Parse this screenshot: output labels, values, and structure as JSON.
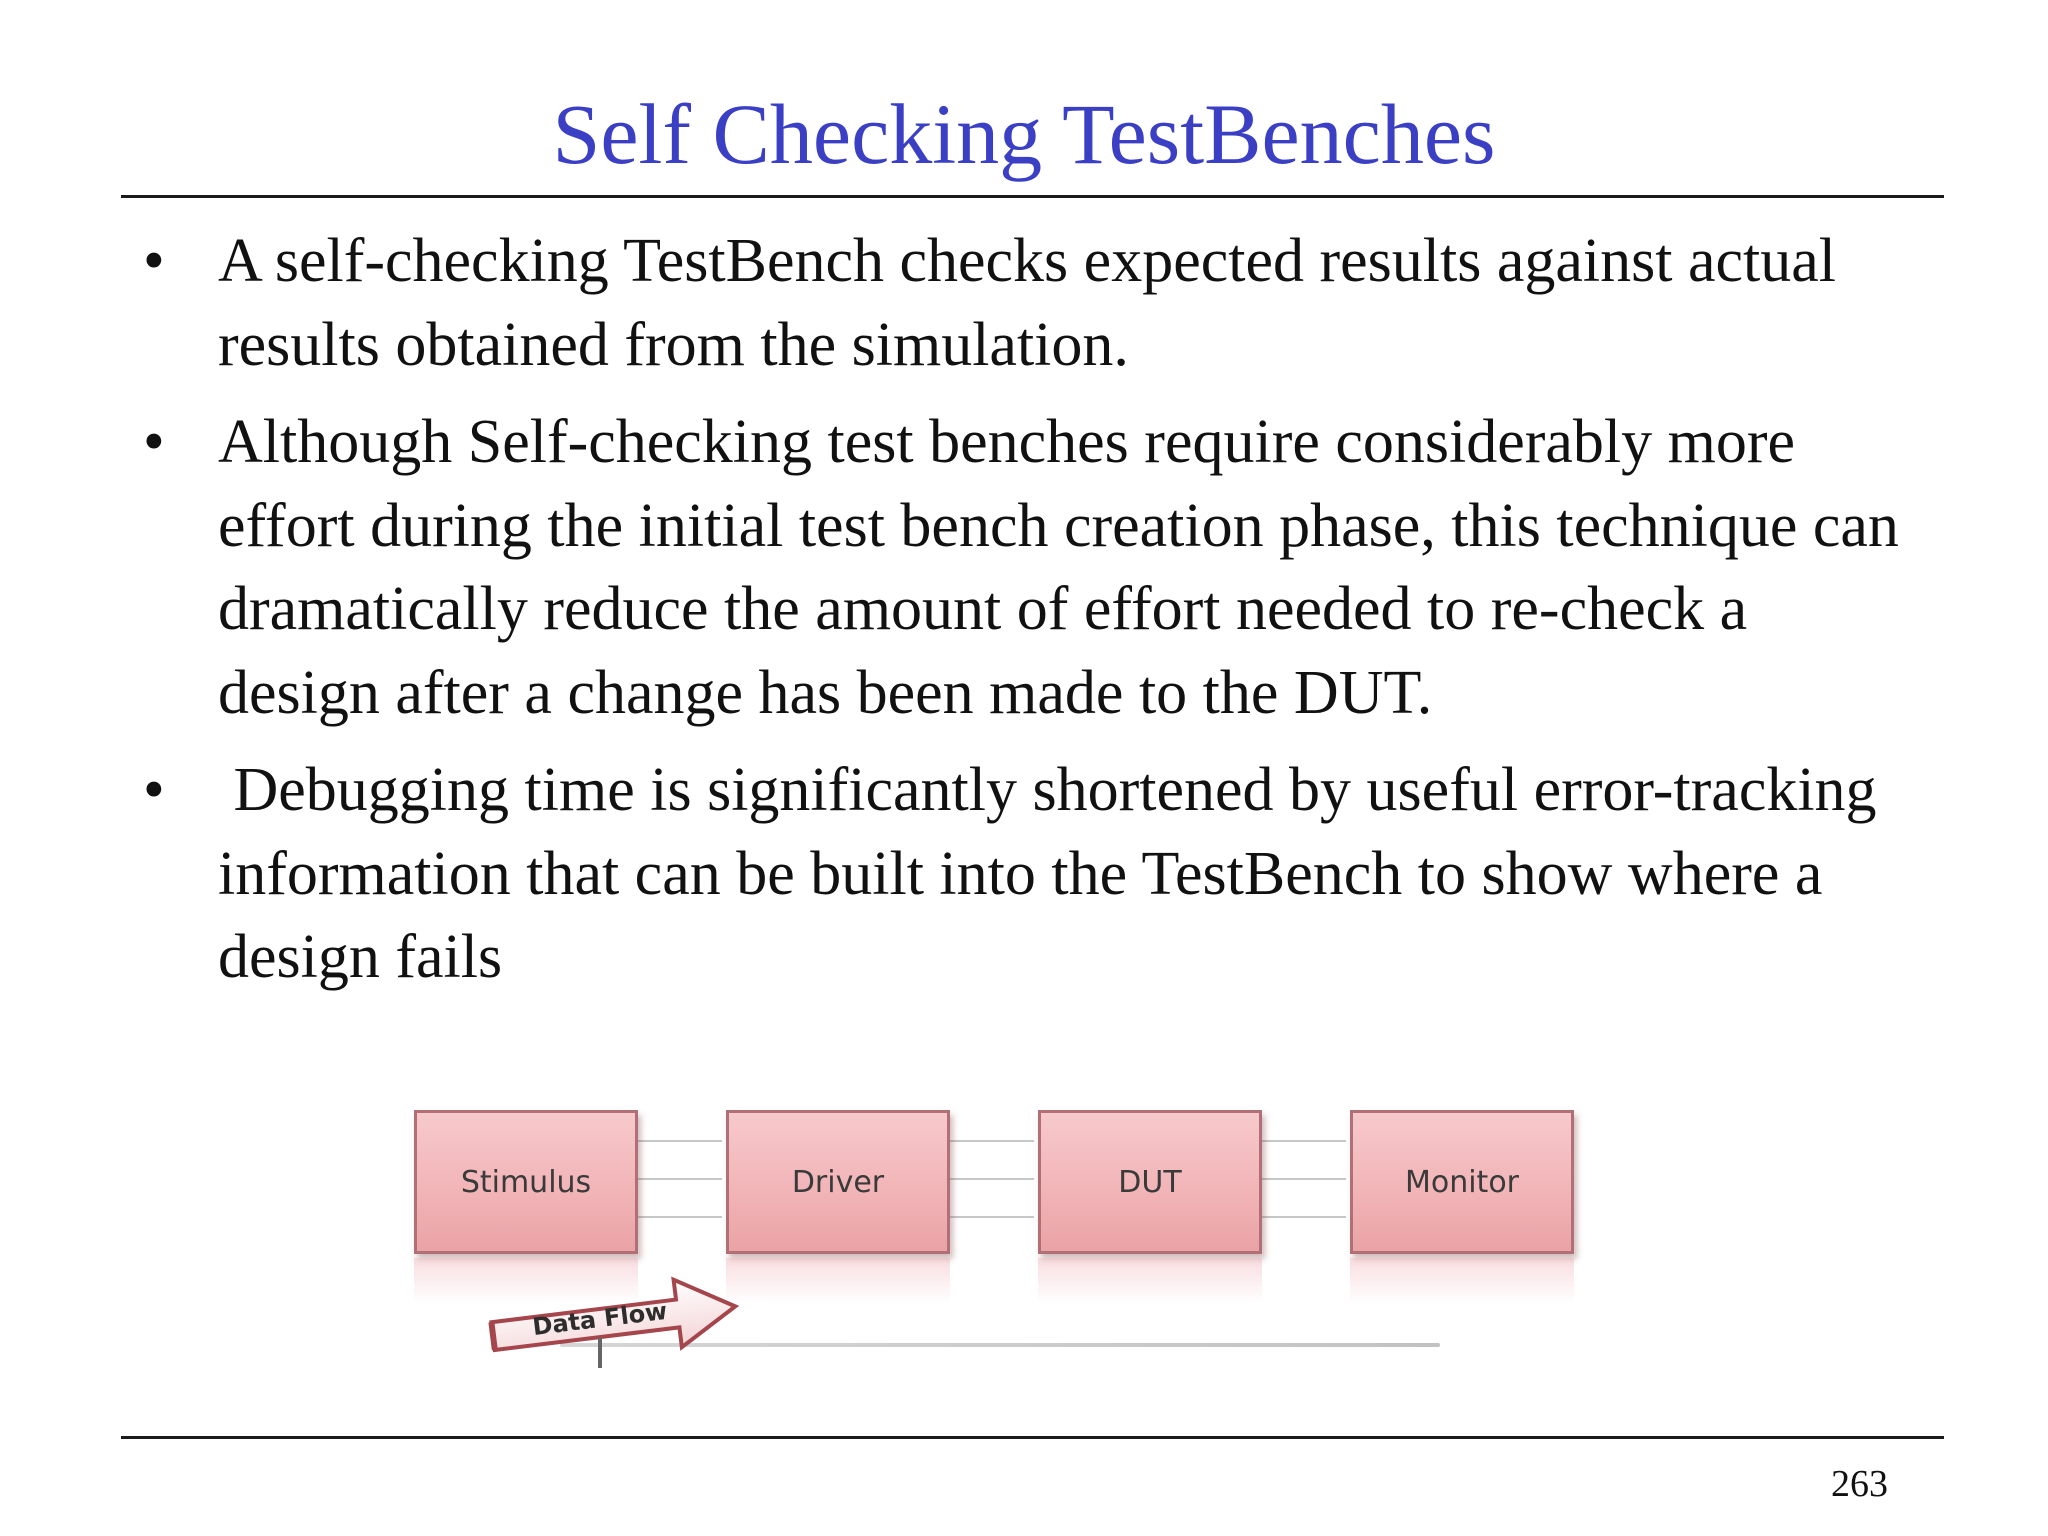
{
  "slide": {
    "title": "Self Checking TestBenches",
    "bullets": [
      {
        "marker": "•",
        "text": "A self-checking TestBench checks expected results against actual results obtained from the simulation."
      },
      {
        "marker": "•",
        "text": "Although Self-checking test benches require considerably more effort during the initial test bench creation phase, this technique can dramatically reduce the amount of effort needed to re-check a design after a change has been made to the DUT."
      },
      {
        "marker": "•",
        "text": " Debugging time is significantly shortened by useful error-tracking information that can be built into the TestBench to show where a design fails"
      }
    ],
    "page_number": "263"
  },
  "diagram": {
    "blocks": [
      "Stimulus",
      "Driver",
      "DUT",
      "Monitor"
    ],
    "arrow_label": "Data Flow",
    "colors": {
      "block_fill": "#f1b3b6",
      "block_border": "#b07075",
      "title": "#3a3fc4"
    }
  }
}
